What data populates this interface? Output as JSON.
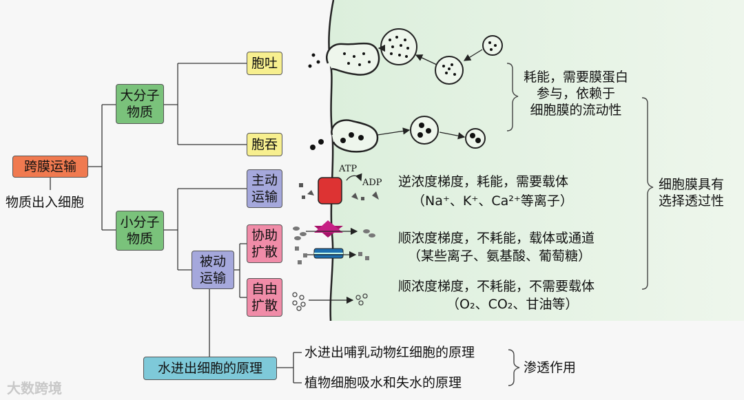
{
  "root": {
    "title": "跨膜运输",
    "subtitle": "物质出入细胞"
  },
  "large": {
    "label": "大分子\n物质",
    "exo": "胞吐",
    "endo": "胞吞"
  },
  "small": {
    "label": "小分子\n物质",
    "active": "主动\n运输",
    "passive": "被动\n运输",
    "facilitated": "协助\n扩散",
    "free": "自由\n扩散"
  },
  "atp": {
    "atp": "ATP",
    "adp": "ADP"
  },
  "notes": {
    "bulk": "耗能，需要膜蛋白\n参与，依赖于\n细胞膜的流动性",
    "active_1": "逆浓度梯度，耗能，需要载体",
    "active_2": "（Na⁺、K⁺、Ca²⁺等离子）",
    "facilitated_1": "顺浓度梯度，不耗能，载体或通道",
    "facilitated_2": "（某些离子、氨基酸、葡萄糖）",
    "free_1": "顺浓度梯度，不耗能，不需要载体",
    "free_2": "（O₂、CO₂、甘油等）",
    "selective": "细胞膜具有\n选择透过性"
  },
  "water": {
    "label": "水进出细胞的原理",
    "item_1": "水进出哺乳动物红细胞的原理",
    "item_2": "植物细胞吸水和失水的原理",
    "summary": "渗透作用"
  },
  "watermark": "大数跨境",
  "colors": {
    "root": "#f07a50",
    "molecule": "#7ac27b",
    "bulk": "#f7ef8f",
    "active": "#a5a8dc",
    "diffusion": "#f08ca8",
    "water": "#7ec9d9",
    "cell": "#e3f0e0"
  }
}
